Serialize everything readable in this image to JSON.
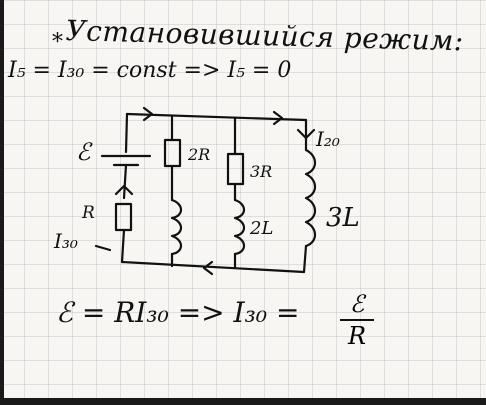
{
  "note": {
    "title": "Установившийся режим:",
    "star": "*",
    "condition": "I₅ = I₃₀ = const => I₅ = 0",
    "equation_left": "ℰ = RI₃₀ => I₃₀ =",
    "fraction_numerator": "ℰ",
    "fraction_denominator": "R"
  },
  "circuit": {
    "emf_label": "ℰ",
    "r_label": "R",
    "i30_label": "I₃₀",
    "i20_label": "I₂₀",
    "res1_label": "2R",
    "res2_label": "3R",
    "ind1_label": "2L",
    "ind2_label": "3L"
  },
  "colors": {
    "ink": "#111111",
    "paper": "#f7f6f2",
    "grid": "#9aa0af"
  }
}
